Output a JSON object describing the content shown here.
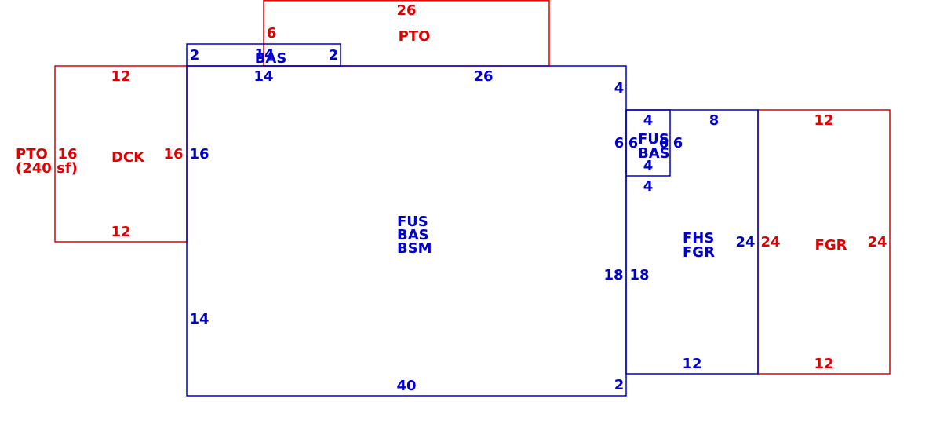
{
  "colors": {
    "exterior": "#e00000",
    "interior": "#0000cc"
  },
  "pto_top": {
    "top": "26",
    "left": "6",
    "label": "PTO"
  },
  "bas_small": {
    "left": "2",
    "top": "14",
    "right": "2",
    "label": "BAS"
  },
  "main": {
    "top_left": "14",
    "top_right": "26",
    "left_upper": "16",
    "left_lower": "14",
    "bottom": "40",
    "right_top": "4",
    "right_mid": "18",
    "right_bottom": "2",
    "label_1": "FUS",
    "label_2": "BAS",
    "label_3": "BSM"
  },
  "dck": {
    "top": "12",
    "bottom": "12",
    "left": "16",
    "right": "16",
    "label": "DCK"
  },
  "pto_left": {
    "label": "PTO",
    "area": "(240 sf)"
  },
  "fus_small": {
    "top": "4",
    "bottom_inner": "4",
    "bottom": "4",
    "left": "6",
    "left_inner": "6",
    "right_inner": "6",
    "right": "6",
    "label_1": "FUS",
    "label_2": "BAS"
  },
  "fhs": {
    "top": "8",
    "bottom": "12",
    "left": "18",
    "right": "24",
    "label_1": "FHS",
    "label_2": "FGR"
  },
  "fgr": {
    "top": "12",
    "bottom": "12",
    "left": "24",
    "right": "24",
    "label": "FGR"
  }
}
